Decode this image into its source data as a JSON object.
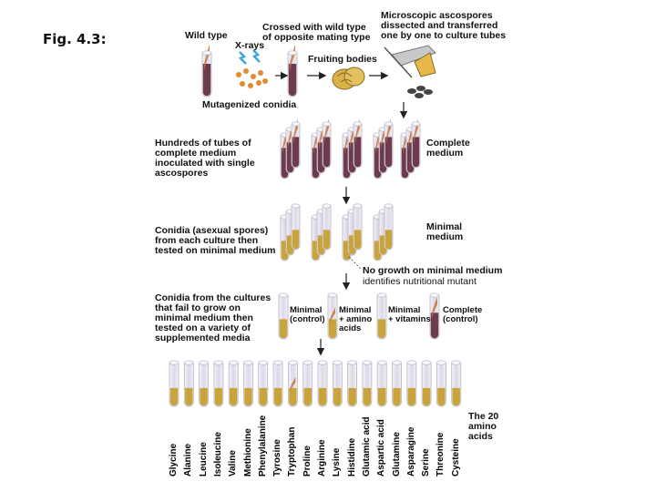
{
  "figure_label": "Fig. 4.3:",
  "labels": {
    "wild_type": "Wild type",
    "x_rays": "X-rays",
    "crossed": "Crossed with wild type\nof opposite mating type",
    "microscopic": "Microscopic ascospores\ndissected and transferred\none by one to culture tubes",
    "fruiting_bodies": "Fruiting bodies",
    "mutagenized_conidia": "Mutagenized conidia",
    "hundreds": "Hundreds of tubes of\ncomplete medium\ninoculated with single\nascospores",
    "complete_medium": "Complete\nmedium",
    "conidia_asexual": "Conidia (asexual spores)\nfrom each culture then\ntested on minimal medium",
    "minimal_medium": "Minimal\nmedium",
    "no_growth": "No growth on minimal medium",
    "identifies": "identifies nutritional mutant",
    "conidia_cultures": "Conidia from the cultures\nthat fail to grow on\nminimal medium then\ntested on a variety of\nsupplemented media",
    "minimal_control": "Minimal\n(control)",
    "minimal_amino": "Minimal\n+ amino\nacids",
    "minimal_vitamins": "Minimal\n+ vitamins",
    "complete_control": "Complete\n(control)",
    "twenty_amino": "The 20\namino\nacids"
  },
  "amino_acids": [
    "Glycine",
    "Alanine",
    "Leucine",
    "Isoleucine",
    "Valine",
    "Methionine",
    "Phenylalanine",
    "Tyrosine",
    "Tryptophan",
    "Proline",
    "Arginine",
    "Lysine",
    "Histidine",
    "Glutamic acid",
    "Aspartic acid",
    "Glutamine",
    "Asparagine",
    "Serine",
    "Threonine",
    "Cysteine"
  ],
  "colors": {
    "complete_medium": "#6e3a4e",
    "minimal_medium": "#c9a43a",
    "growth": "#c8743a",
    "glass": "#e9e6f0",
    "xray": "#3fa8d8"
  }
}
